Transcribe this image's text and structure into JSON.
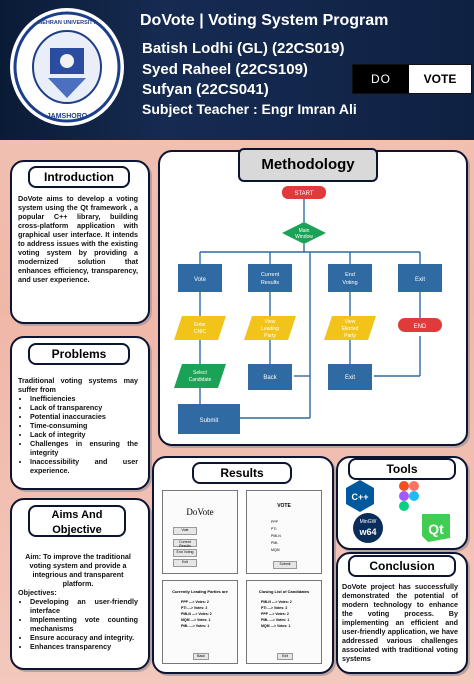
{
  "header": {
    "title": "DoVote | Voting System Program",
    "members": [
      "Batish Lodhi (GL) (22CS019)",
      "Syed Raheel (22CS109)",
      "Sufyan  (22CS041)"
    ],
    "teacher": "Subject Teacher : Engr Imran Ali",
    "logo_text_top": "MEHRAN UNIVERSITY OF ENGINEERING AND TECHNOLOGY",
    "logo_text_bottom": "JAMSHORO",
    "badge_left": "DO",
    "badge_right": "VOTE"
  },
  "introduction": {
    "heading": "Introduction",
    "text": "DoVote aims to develop a voting system using the Qt framework , a popular C++ library, building cross-platform application with graphical user interface. It intends to address issues with the existing voting system by providing a modernized solution that enhances efficiency, transparency, and user experience."
  },
  "problems": {
    "heading": "Problems",
    "intro": "Traditional voting systems may suffer from",
    "items": [
      "Inefficiencies",
      "Lack of transparency",
      "Potential inaccuracies",
      "Time-consuming",
      "Lack of integrity",
      "Challenges in ensuring the integrity",
      "Inaccessibility and user experience."
    ]
  },
  "aims": {
    "heading": "Aims And Objective",
    "aim": "Aim: To improve the traditional voting system and provide a integrious and transparent platform.",
    "objectives_label": "Objectives:",
    "items": [
      "Developing an user-friendly interface",
      "Implementing vote counting mechanisms",
      "Ensure accuracy and integrity.",
      "Enhances transparency"
    ]
  },
  "methodology": {
    "heading": "Methodology",
    "start": "START",
    "main_window": "Main Window",
    "vote": "Vote",
    "current_results": "Current Results",
    "end_voting": "End Voting",
    "exit": "Exit",
    "enter_cnic": "Enter CNIC",
    "view_leading": "View Leading Party",
    "view_elected": "View Elected Party",
    "end": "END",
    "select_candidate": "Select Candidate",
    "back": "Back",
    "exit2": "Exit",
    "submit": "Submit"
  },
  "results": {
    "heading": "Results",
    "shot1_title": "DoVote",
    "shot1_buttons": [
      "Vote",
      "Current Results",
      "End Voting",
      "Exit"
    ],
    "shot2_title": "VOTE",
    "shot2_options": [
      "PPP",
      "PTI",
      "PMLN",
      "PML",
      "MQM"
    ],
    "shot2_button": "Submit",
    "shot3_title": "Currently Leading Parties are",
    "shot3_lines": [
      "PPP ---> Votes: 2",
      "PTI ---> Votes: 2",
      "PMLN ---> Votes: 2",
      "MQM ---> Votes: 1",
      "PML ---> Votes: 1"
    ],
    "shot3_button": "Back",
    "shot4_title": "Closing List of Candidates",
    "shot4_lines": [
      "PMLN ---> Votes: 2",
      "PTI ---> Votes: 2",
      "PPP ---> Votes: 2",
      "PML ---> Votes: 1",
      "MQM ---> Votes: 1"
    ],
    "shot4_button": "Exit"
  },
  "tools": {
    "heading": "Tools",
    "names": [
      "C++",
      "Figma",
      "MinGW w64",
      "Qt"
    ],
    "mingw_top": "MinGW",
    "mingw_bottom": "w64",
    "qt": "Qt",
    "cpp": "C++"
  },
  "conclusion": {
    "heading": "Conclusion",
    "text": "DoVote project has successfully demonstrated the potential of modern technology to enhance the voting process. By implementing an efficient and user-friendly application, we have addressed various challenges associated with traditional voting systems"
  }
}
